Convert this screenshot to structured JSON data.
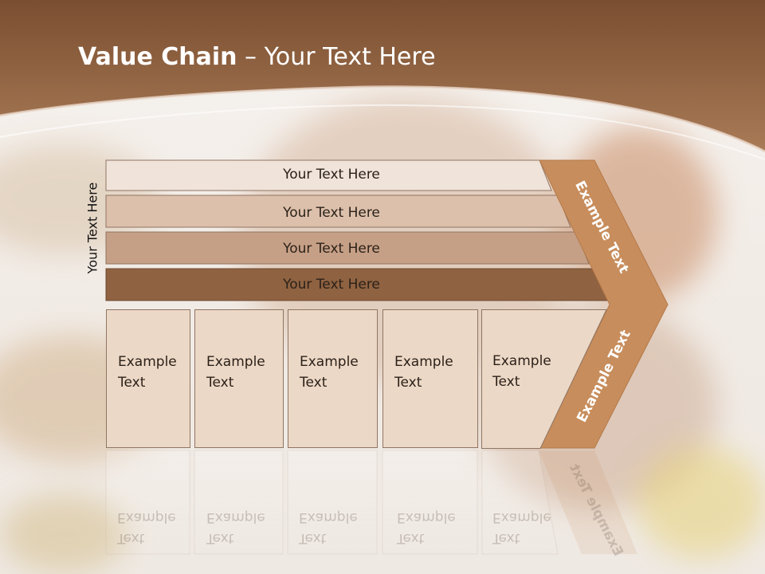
{
  "slide": {
    "title_bold": "Value Chain",
    "title_rest": " – Your Text Here",
    "side_label": "Your Text Here"
  },
  "bars": [
    {
      "label": "Your Text Here",
      "color": "#efe3da"
    },
    {
      "label": "Your Text Here",
      "color": "#dcc0ab"
    },
    {
      "label": "Your Text Here",
      "color": "#c6a086"
    },
    {
      "label": "Your Text Here",
      "color": "#8f6241"
    }
  ],
  "activities": [
    {
      "line1": "Example",
      "line2": "Text"
    },
    {
      "line1": "Example",
      "line2": "Text"
    },
    {
      "line1": "Example",
      "line2": "Text"
    },
    {
      "line1": "Example",
      "line2": "Text"
    },
    {
      "line1": "Example",
      "line2": "Text"
    }
  ],
  "chevron": {
    "upper_label": "Example Text",
    "lower_label": "Example Text",
    "color": "#c78d5c"
  },
  "colors": {
    "header": "#8e5c38",
    "header_light": "#a77a57",
    "box_fill": "#ecd8c6",
    "accent": "#c78d5c"
  }
}
